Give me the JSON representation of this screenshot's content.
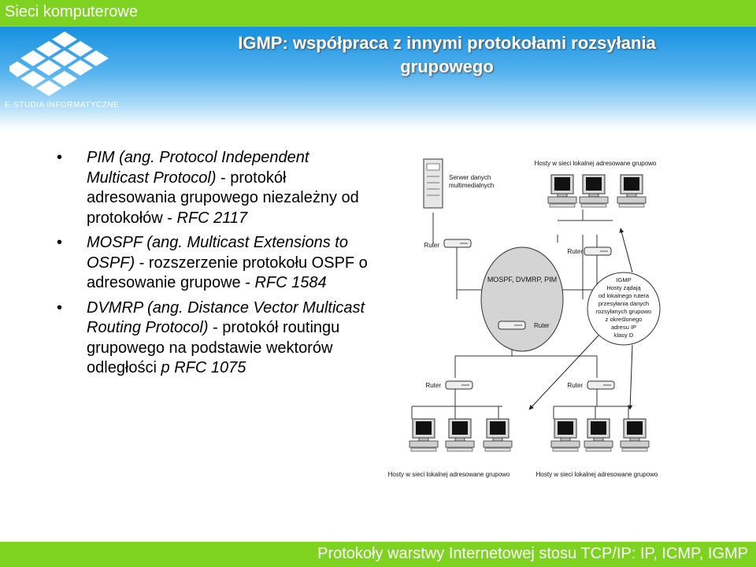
{
  "header": {
    "course": "Sieci komputerowe",
    "logo_text": "E-STUDIA INFORMATYCZNE"
  },
  "slide": {
    "title_line1": "IGMP: współpraca z innymi protokołami rozsyłania",
    "title_line2": "grupowego"
  },
  "bullets": [
    {
      "italic": "PIM (ang. Protocol Independent Multicast Protocol)",
      "normal": " -  protokół adresowania grupowego niezależny od protokołów - ",
      "italic2": "RFC 2117"
    },
    {
      "italic": "MOSPF (ang. Multicast Extensions to OSPF)",
      "normal": " - rozszerzenie protokołu OSPF o adresowanie grupowe - ",
      "italic2": "RFC 1584"
    },
    {
      "italic": "DVMRP (ang. Distance Vector Multicast Routing Protocol)",
      "normal": " - protokół routingu grupowego na podstawie wektorów odległości ",
      "italic2": "p RFC 1075"
    }
  ],
  "diagram": {
    "server_line1": "Serwer danych",
    "server_line2": "multimedialnych",
    "hosts_top": "Hosty w sieci lokalnej adresowane grupowo",
    "router_left_top": "Ruter",
    "router_right_top": "Ruter",
    "cloud_label": "MOSPF, DVMRP, PIM",
    "router_center": "Ruter",
    "router_left_bottom": "Ruter",
    "router_right_bottom": "Ruter",
    "hosts_bottom_left": "Hosty w sieci lokalnej adresowane grupowo",
    "hosts_bottom_right": "Hosty w sieci lokalnej adresowane grupowo",
    "igmp": [
      "IGMP",
      "Hosty żądają",
      "od lokalnego rutera",
      "przesyłania danych",
      "rozsyłanych grupowo",
      "z określonego",
      "adresu IP",
      "klasy D"
    ]
  },
  "footer": {
    "text": "Protokoły warstwy Internetowej stosu TCP/IP: IP, ICMP, IGMP"
  }
}
